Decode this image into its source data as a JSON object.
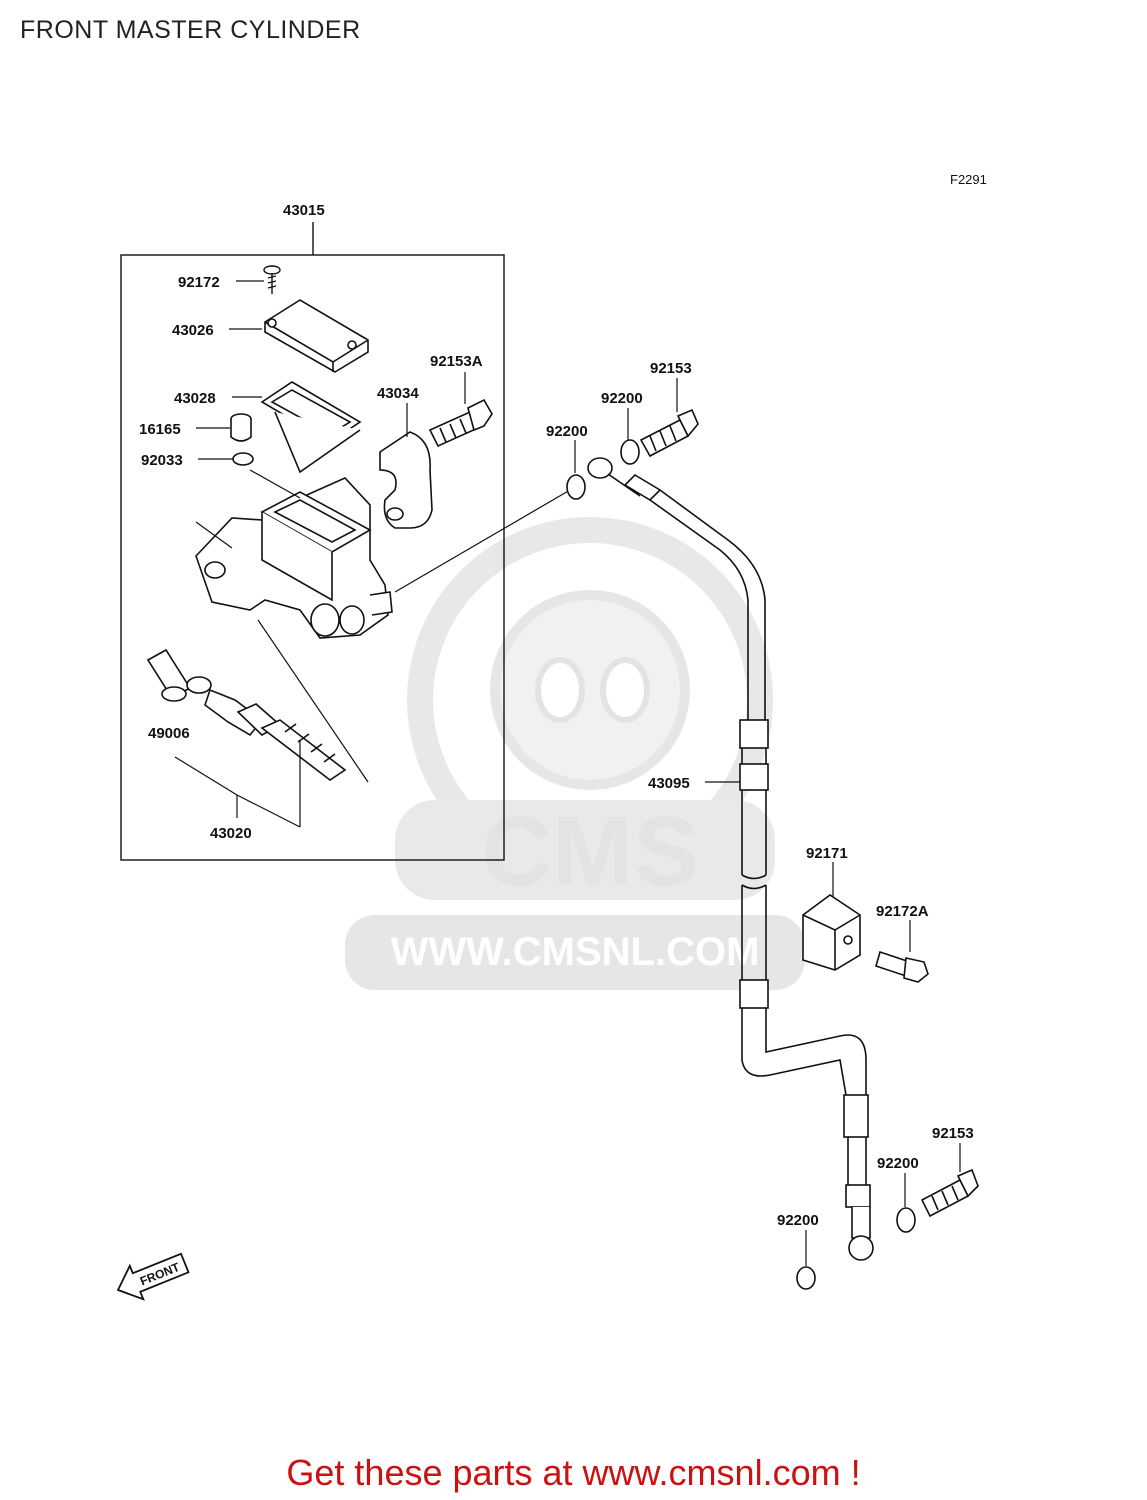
{
  "title": "FRONT MASTER CYLINDER",
  "figure_code": "F2291",
  "watermark": {
    "brand": "CMS",
    "url": "WWW.CMSNL.COM"
  },
  "front_arrow_label": "FRONT",
  "part_labels": {
    "p43015": "43015",
    "p92172": "92172",
    "p43026": "43026",
    "p43028": "43028",
    "p16165": "16165",
    "p92033": "92033",
    "p43034": "43034",
    "p92153A": "92153A",
    "p49006": "49006",
    "p43020": "43020",
    "p92200_a": "92200",
    "p92200_b": "92200",
    "p92153_a": "92153",
    "p43095": "43095",
    "p92171": "92171",
    "p92172A": "92172A",
    "p92153_b": "92153",
    "p92200_c": "92200",
    "p92200_d": "92200"
  },
  "footer_text": "Get these parts at www.cmsnl.com !",
  "colors": {
    "footer": "#cc1111",
    "line": "#111111",
    "watermark": "#e3e3e3"
  }
}
